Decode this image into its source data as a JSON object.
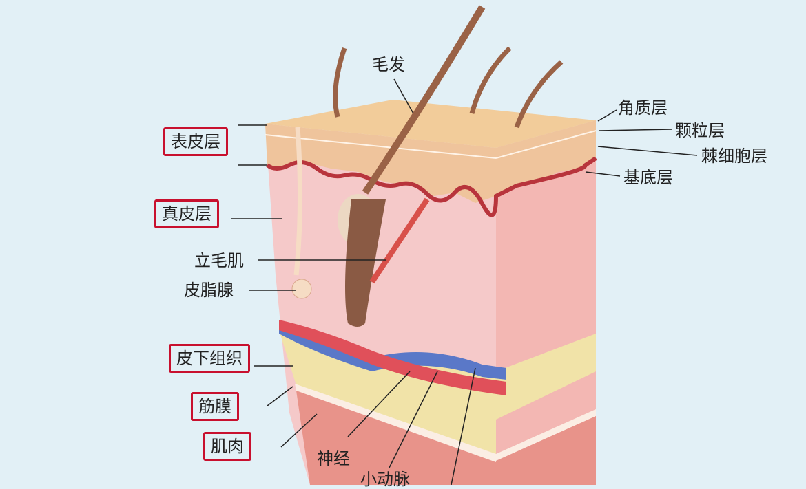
{
  "labels": {
    "hair": "毛发",
    "stratum_corneum": "角质层",
    "stratum_granulosum": "颗粒层",
    "stratum_spinosum": "棘细胞层",
    "stratum_basale": "基底层",
    "epidermis": "表皮层",
    "dermis": "真皮层",
    "arrector_pili": "立毛肌",
    "sebaceous_gland": "皮脂腺",
    "subcutaneous": "皮下组织",
    "fascia": "筋膜",
    "muscle": "肌肉",
    "nerve": "神经",
    "arteriole": "小动脉"
  },
  "colors": {
    "background": "#e2f0f6",
    "highlight_box": "#c8102e",
    "epidermis": "#f1c49a",
    "dermis": "#f5c9c9",
    "subcutaneous": "#f1e3a8",
    "muscle": "#e8938a",
    "hair": "#8a5a44",
    "artery": "#e0505a",
    "vein": "#5a78c8"
  }
}
